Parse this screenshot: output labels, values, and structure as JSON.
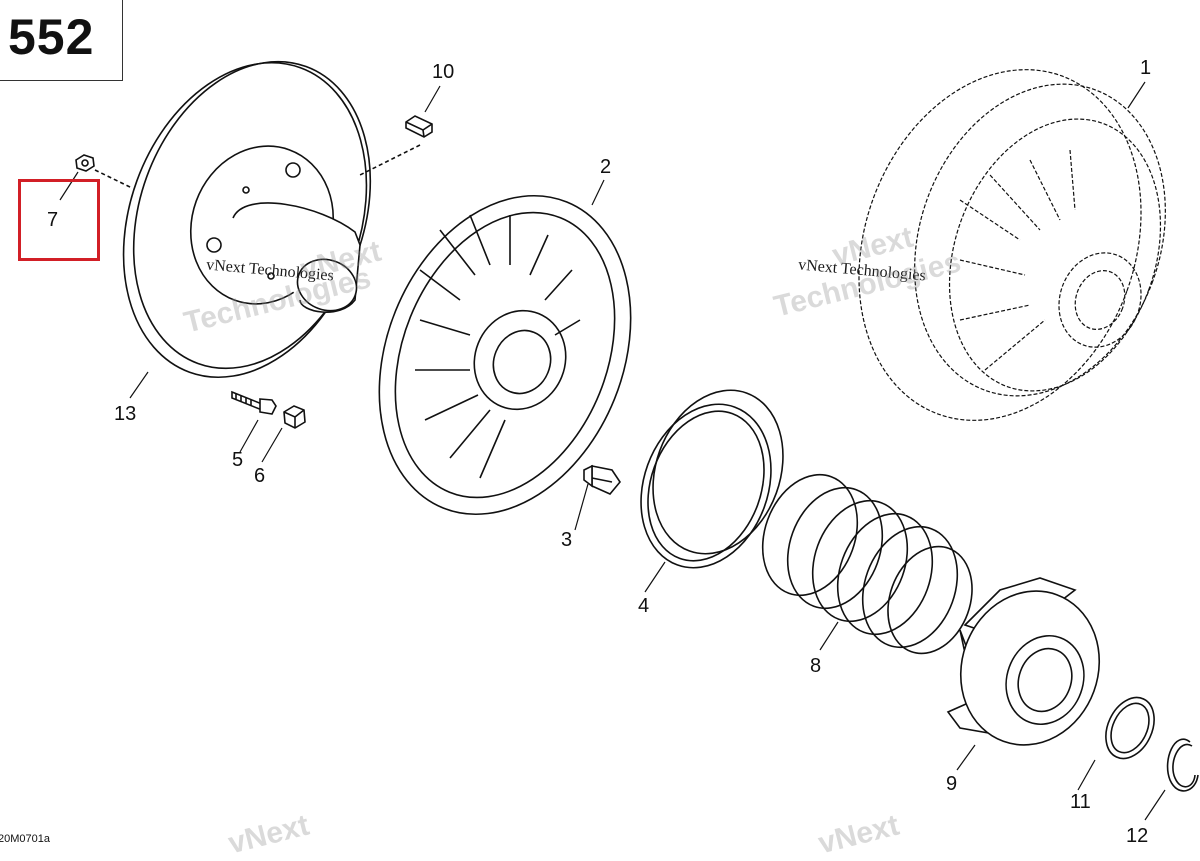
{
  "page_number": "552",
  "figure_code": "20M0701a",
  "watermark": {
    "label": "vNext Technologies",
    "brand": "vNext",
    "word": "Technologies"
  },
  "highlight_color": "#d21f26",
  "callouts": {
    "c1": "1",
    "c2": "2",
    "c3": "3",
    "c4": "4",
    "c5": "5",
    "c6": "6",
    "c7": "7",
    "c8": "8",
    "c9": "9",
    "c10": "10",
    "c11": "11",
    "c12": "12",
    "c13": "13"
  },
  "highlighted_callout": "7"
}
